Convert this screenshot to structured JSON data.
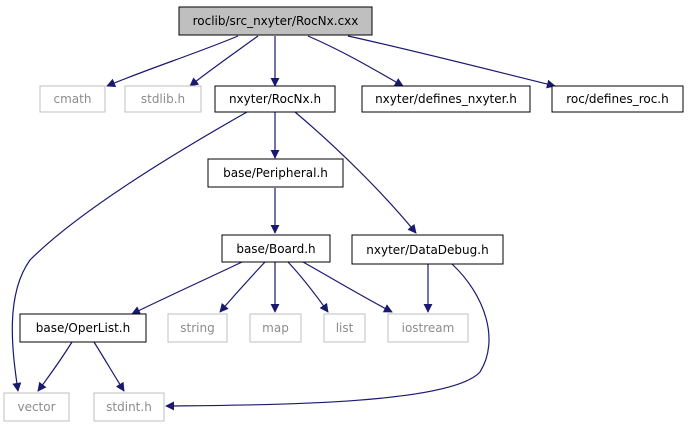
{
  "colors": {
    "root_fill": "#bfbfbf",
    "box_fill": "#ffffff",
    "resolved_border": "#000000",
    "unresolved_border": "#bfbfbf",
    "resolved_text": "#000000",
    "unresolved_text": "#8c8c8c",
    "edge": "#191970"
  },
  "nodes": {
    "root": "roclib/src_nxyter/RocNx.cxx",
    "cmath": "cmath",
    "stdlib": "stdlib.h",
    "rocnx_h": "nxyter/RocNx.h",
    "defines_nxyter": "nxyter/defines_nxyter.h",
    "defines_roc": "roc/defines_roc.h",
    "peripheral": "base/Peripheral.h",
    "board": "base/Board.h",
    "datadebug": "nxyter/DataDebug.h",
    "operlist": "base/OperList.h",
    "string": "string",
    "map": "map",
    "list": "list",
    "iostream": "iostream",
    "vector": "vector",
    "stdint": "stdint.h"
  }
}
